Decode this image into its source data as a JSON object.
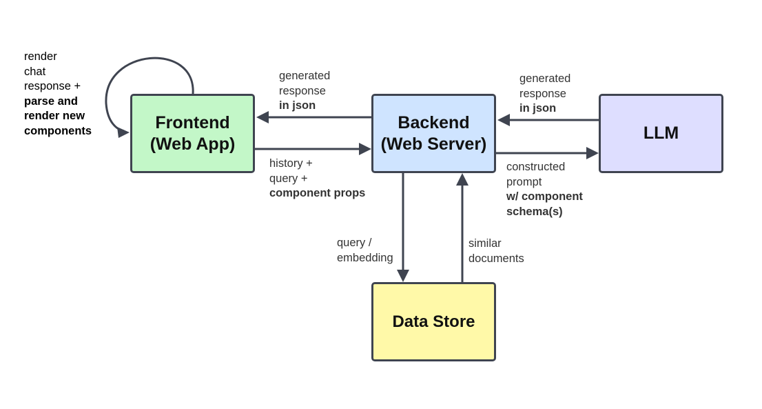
{
  "nodes": {
    "frontend": {
      "line1": "Frontend",
      "line2": "(Web App)",
      "color": "#c3f7c8"
    },
    "backend": {
      "line1": "Backend",
      "line2": "(Web Server)",
      "color": "#cfe4ff"
    },
    "llm": {
      "line1": "LLM",
      "color": "#dedeff"
    },
    "datastore": {
      "line1": "Data Store",
      "color": "#fff9a8"
    }
  },
  "edges": {
    "frontend_loop": {
      "lines": [
        "render",
        "chat",
        "response +"
      ],
      "bold_lines": [
        "parse and",
        "render new",
        "components"
      ]
    },
    "backend_to_frontend": {
      "lines": [
        "generated",
        "response"
      ],
      "bold_lines": [
        "in json"
      ]
    },
    "frontend_to_backend": {
      "lines": [
        "history +",
        "query +"
      ],
      "bold_lines": [
        "component props"
      ]
    },
    "llm_to_backend": {
      "lines": [
        "generated",
        "response"
      ],
      "bold_lines": [
        "in json"
      ]
    },
    "backend_to_llm": {
      "lines": [
        "constructed",
        "prompt"
      ],
      "bold_lines": [
        "w/ component",
        "schema(s)"
      ]
    },
    "backend_to_datastore": {
      "lines": [
        "query /",
        "embedding"
      ]
    },
    "datastore_to_backend": {
      "lines": [
        "similar",
        "documents"
      ]
    }
  },
  "colors": {
    "stroke": "#3f4450",
    "text": "#333333"
  }
}
